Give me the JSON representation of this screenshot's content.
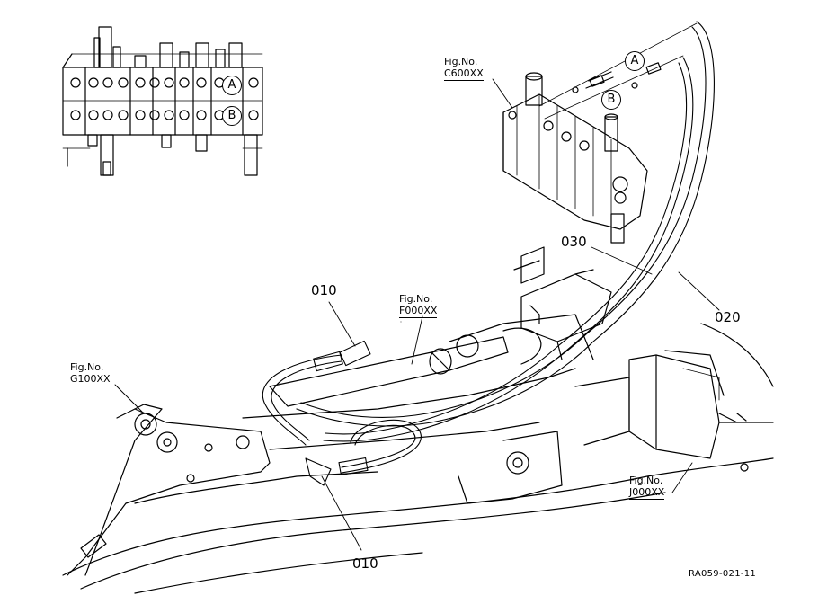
{
  "refs": {
    "c600": {
      "line1": "Fig.No.",
      "line2": "C600XX"
    },
    "f000": {
      "line1": "Fig.No.",
      "line2": "F000XX"
    },
    "g100": {
      "line1": "Fig.No.",
      "line2": "G100XX"
    },
    "j000": {
      "line1": "Fig.No.",
      "line2": "J000XX"
    }
  },
  "parts": {
    "p010_top": "010",
    "p010_bottom": "010",
    "p020": "020",
    "p030": "030"
  },
  "ports": {
    "a_main": "A",
    "b_main": "B",
    "a_inset": "A",
    "b_inset": "B"
  },
  "drawing_code": "RA059-021-11"
}
